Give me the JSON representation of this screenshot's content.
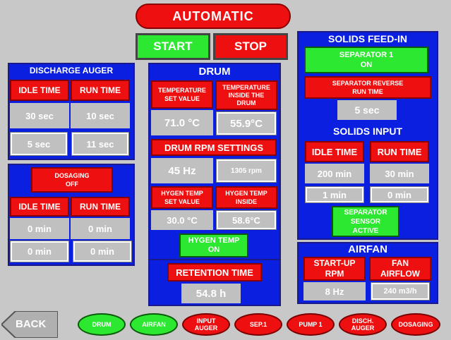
{
  "header": {
    "mode": "AUTOMATIC",
    "start": "START",
    "stop": "STOP"
  },
  "discharge": {
    "title": "DISCHARGE AUGER",
    "idle_label": "IDLE TIME",
    "run_label": "RUN TIME",
    "idle_actual": "30 sec",
    "run_actual": "10 sec",
    "idle_set": "5 sec",
    "run_set": "11 sec"
  },
  "dosaging": {
    "button": [
      "DOSAGING",
      "OFF"
    ],
    "idle_label": "IDLE TIME",
    "run_label": "RUN TIME",
    "idle_actual": "0 min",
    "run_actual": "0 min",
    "idle_set": "0 min",
    "run_set": "0 min"
  },
  "drum": {
    "title": "DRUM",
    "temp_set_label": [
      "TEMPERATURE",
      "SET VALUE"
    ],
    "temp_inside_label": [
      "TEMPERATURE",
      "INSIDE THE",
      "DRUM"
    ],
    "temp_set_value": "71.0 °C",
    "temp_inside_value": "55.9°C",
    "rpm_label": "DRUM RPM SETTINGS",
    "rpm_hz": "45 Hz",
    "rpm_value": "1305 rpm",
    "hygen_set_label": [
      "HYGEN TEMP",
      "SET VALUE"
    ],
    "hygen_inside_label": [
      "HYGEN TEMP",
      "INSIDE"
    ],
    "hygen_set_value": "30.0 °C",
    "hygen_inside_value": "58.6°C",
    "hygen_button": [
      "HYGEN TEMP",
      "ON"
    ],
    "retention_label": "RETENTION TIME",
    "retention_value": "54.8  h"
  },
  "solids": {
    "title": "SOLIDS FEED-IN",
    "separator_button": [
      "SEPARATOR 1",
      "ON"
    ],
    "reverse_label": [
      "SEPARATOR REVERSE",
      "RUN TIME"
    ],
    "reverse_value": "5 sec",
    "input_title": "SOLIDS INPUT",
    "idle_label": "IDLE TIME",
    "run_label": "RUN TIME",
    "idle_actual": "200 min",
    "run_actual": "30 min",
    "idle_set": "1 min",
    "run_set": "0 min",
    "sensor_button": [
      "SEPARATOR",
      "SENSOR",
      "ACTIVE"
    ]
  },
  "airfan": {
    "title": "AIRFAN",
    "startup_label": [
      "START-UP",
      "RPM"
    ],
    "airflow_label": [
      "FAN",
      "AIRFLOW"
    ],
    "startup_value": "8  Hz",
    "airflow_value": "240 m3/h"
  },
  "footer": {
    "back": "BACK",
    "nav": [
      {
        "label": [
          "DRUM"
        ],
        "state": "green"
      },
      {
        "label": [
          "AIRFAN"
        ],
        "state": "green"
      },
      {
        "label": [
          "INPUT",
          "AUGER"
        ],
        "state": "red"
      },
      {
        "label": [
          "SEP.1"
        ],
        "state": "red"
      },
      {
        "label": [
          "PUMP 1"
        ],
        "state": "red"
      },
      {
        "label": [
          "DISCH.",
          "AUGER"
        ],
        "state": "red"
      },
      {
        "label": [
          "DOSAGING"
        ],
        "state": "red"
      }
    ]
  }
}
